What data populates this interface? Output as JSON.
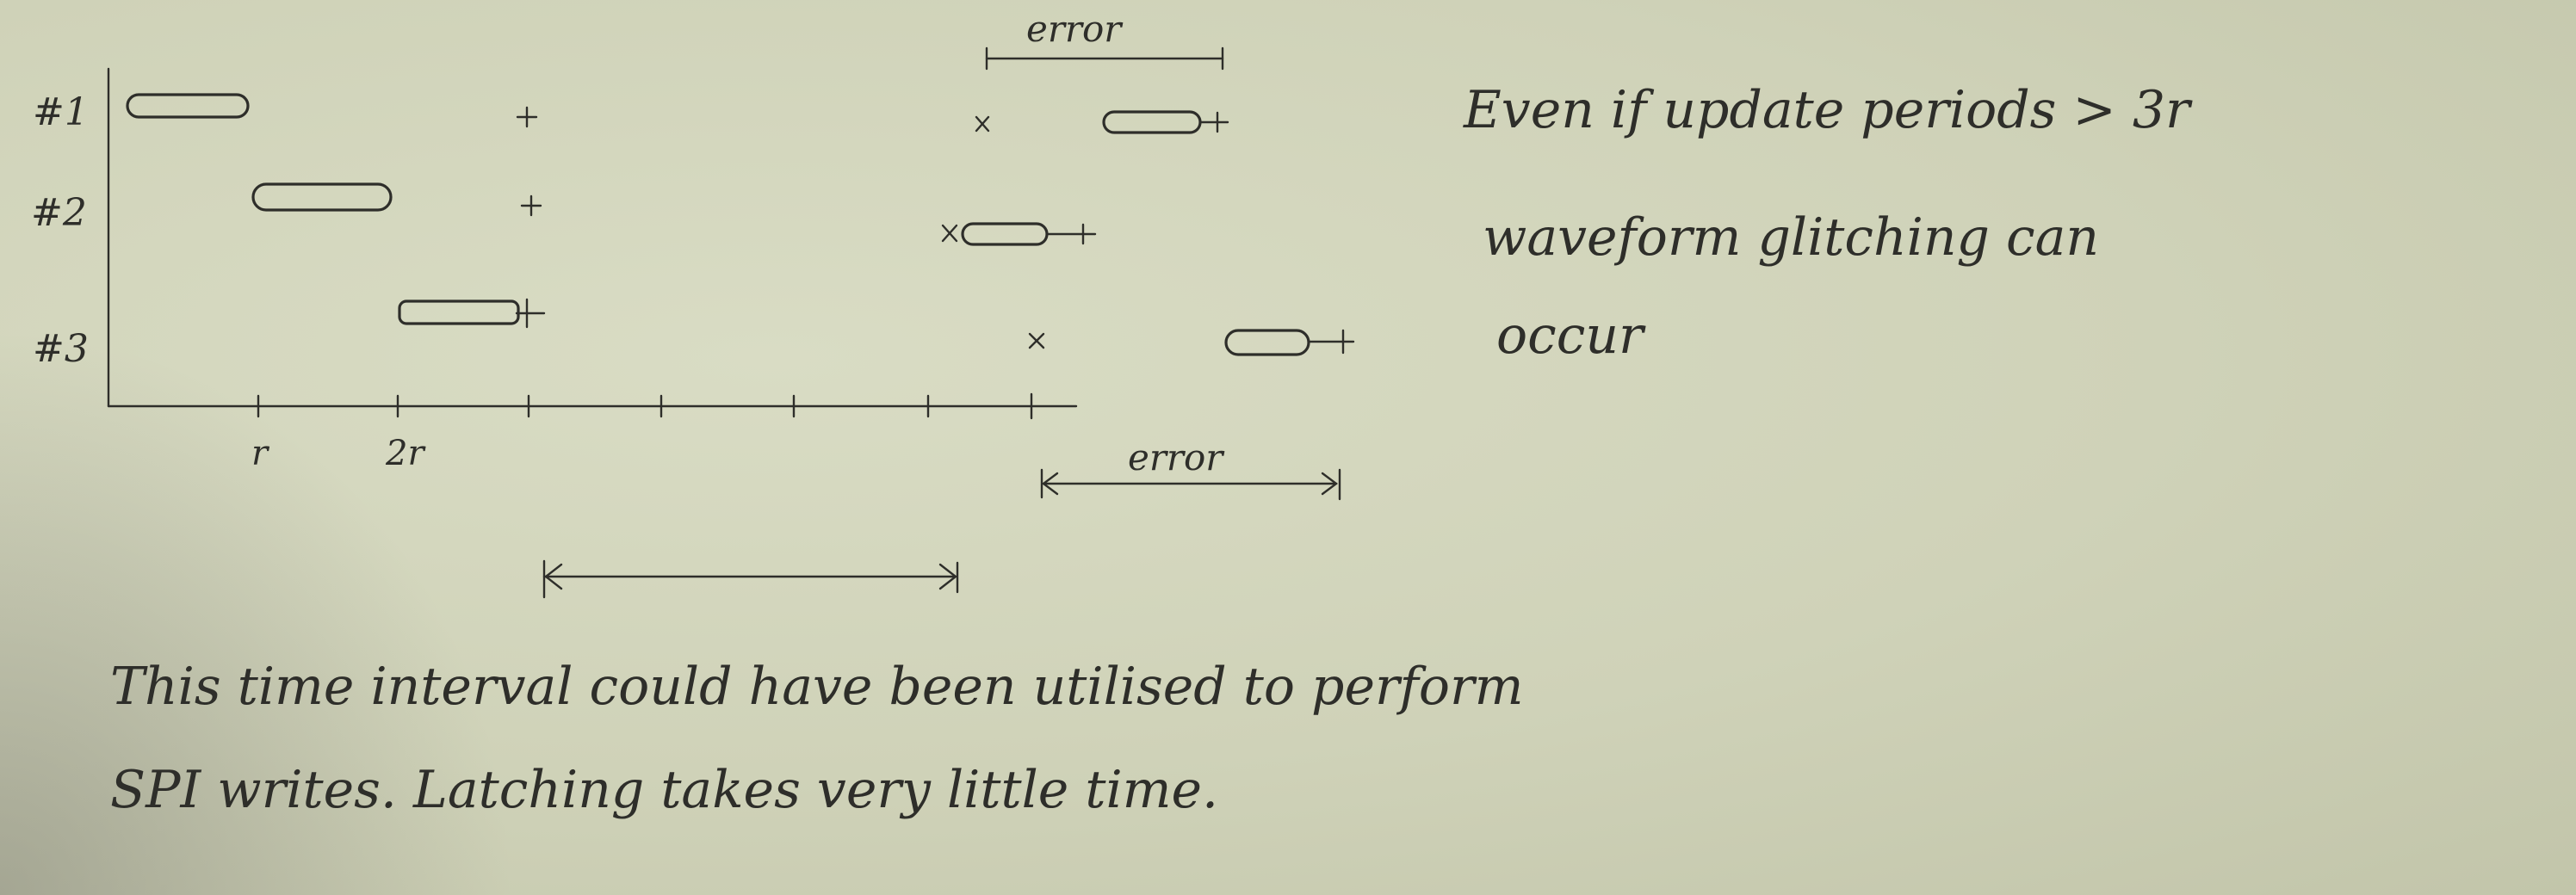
{
  "diagram": {
    "rows": [
      {
        "label": "#1"
      },
      {
        "label": "#2"
      },
      {
        "label": "#3"
      }
    ],
    "axis_ticks": [
      {
        "label": "r"
      },
      {
        "label": "2r"
      }
    ],
    "top_label": "error",
    "bottom_label": "error"
  },
  "note_right": {
    "line1": "Even if update periods > 3r",
    "line2": "waveform glitching can",
    "line3": "occur"
  },
  "note_bottom": {
    "line1": "This time interval could have been utilised to perform",
    "line2": "SPI writes. Latching takes very little time."
  }
}
